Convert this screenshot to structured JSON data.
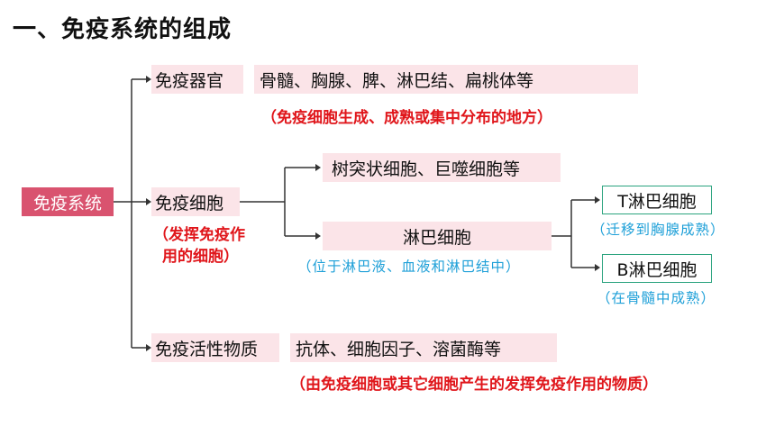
{
  "title": "一、免疫系统的组成",
  "root": "免疫系统",
  "organs": {
    "label": "免疫器官",
    "items": "骨髓、胸腺、脾、淋巴结、扁桃体等",
    "note": "（免疫细胞生成、成熟或集中分布的地方）"
  },
  "cells": {
    "label": "免疫细胞",
    "note_line1": "（发挥免疫作",
    "note_line2": "用的细胞）",
    "dendritic": "树突状细胞、巨噬细胞等",
    "lymph": "淋巴细胞",
    "lymph_note": "（位于淋巴液、血液和淋巴结中）",
    "t_cell": "T淋巴细胞",
    "t_note": "（迁移到胸腺成熟）",
    "b_cell": "B淋巴细胞",
    "b_note": "（在骨髓中成熟）"
  },
  "substances": {
    "label": "免疫活性物质",
    "items": "抗体、细胞因子、溶菌酶等",
    "note": "（由免疫细胞或其它细胞产生的发挥免疫作用的物质）"
  },
  "colors": {
    "root_fill": "#d9536f",
    "box_fill": "#fbe4e8",
    "note_red": "#e0161b",
    "note_blue": "#1fa0d8",
    "t_b_border": "#2aa37e"
  }
}
